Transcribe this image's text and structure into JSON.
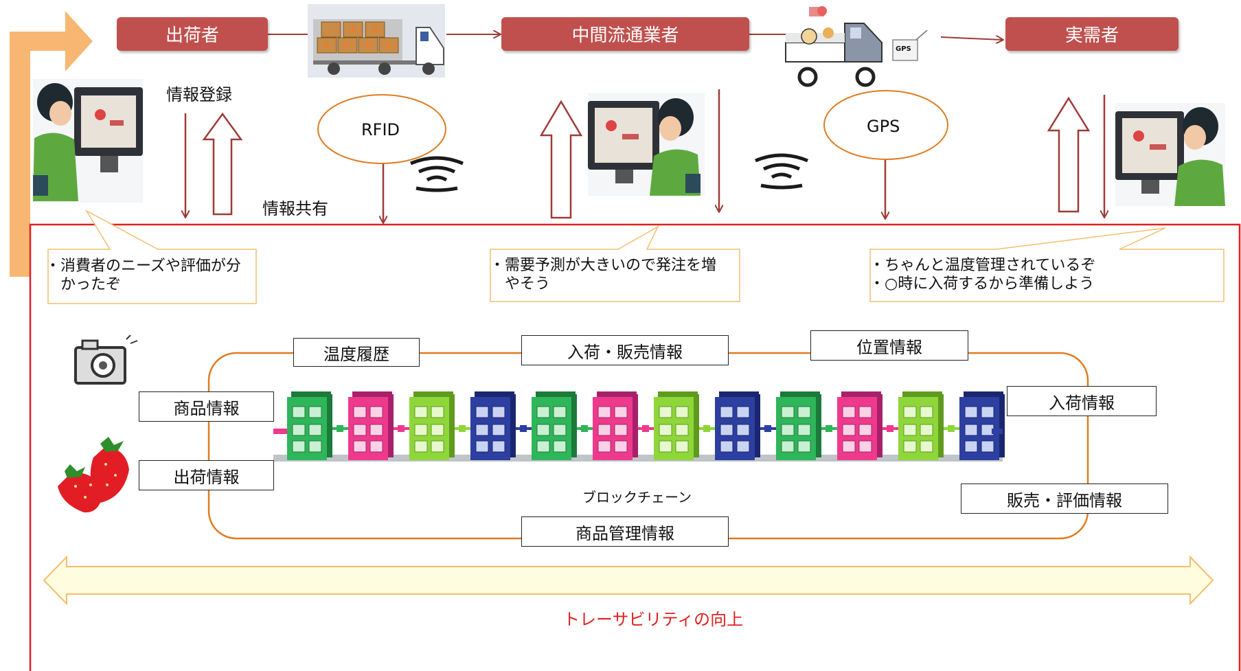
{
  "actors": {
    "shipper": "出荷者",
    "distributor": "中間流通業者",
    "consumer": "実需者"
  },
  "labels": {
    "info_register": "情報登録",
    "info_share": "情報共有",
    "rfid": "RFID",
    "gps": "GPS",
    "gps_tag": "GPS",
    "blockchain": "ブロックチェーン",
    "traceability": "トレーサビリティの向上"
  },
  "callouts": {
    "shipper": "・消費者のニーズや評価が分\n　かったぞ",
    "distributor": "・需要予測が大きいので発注を増\n　やそう",
    "consumer": "・ちゃんと温度管理されているぞ\n・○時に入荷するから準備しよう"
  },
  "info_boxes": {
    "temperature_history": "温度履歴",
    "arrival_sales": "入荷・販売情報",
    "location": "位置情報",
    "product_info": "商品情報",
    "shipping_info": "出荷情報",
    "arrival_info": "入荷情報",
    "sales_evaluation": "販売・評価情報",
    "product_management": "商品管理情報"
  },
  "colors": {
    "actor_fill": "#c0504d",
    "orange_line": "#e07b20",
    "frame_red": "#e02020",
    "arrow_brown": "#9e3b38",
    "big_arrow_fill": "#fffde0",
    "big_arrow_stroke": "#f2be6e",
    "feedback_arrow": "#f7b772"
  },
  "blocks": [
    "green",
    "pink",
    "lime",
    "blue",
    "green",
    "pink",
    "lime",
    "blue",
    "green",
    "pink",
    "lime",
    "blue"
  ]
}
